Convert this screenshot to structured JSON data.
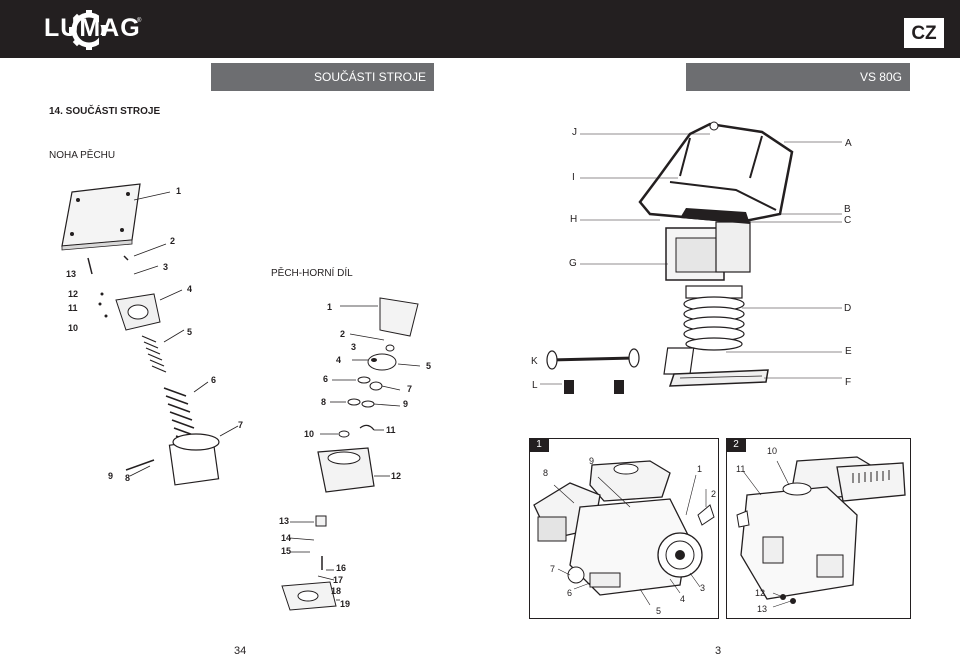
{
  "header": {
    "brand": "LUMAG",
    "reg_mark": "®",
    "lang": "CZ"
  },
  "bars": {
    "left_title": "SOUČÁSTI STROJE",
    "right_title": "VS 80G"
  },
  "left_page": {
    "heading": "14.  SOUČÁSTI STROJE",
    "sub_left": "NOHA PĚCHU",
    "sub_mid": "PĚCH-HORNÍ DÍL",
    "callouts_foot": [
      "1",
      "2",
      "3",
      "13",
      "12",
      "11",
      "10",
      "4",
      "5",
      "6",
      "7",
      "9",
      "8"
    ],
    "callouts_upper": [
      "1",
      "2",
      "3",
      "4",
      "5",
      "6",
      "7",
      "8",
      "9",
      "10",
      "11",
      "12",
      "13",
      "14",
      "15",
      "16",
      "17",
      "18",
      "19"
    ],
    "page_number": "34"
  },
  "right_page": {
    "labels_left": [
      "J",
      "I",
      "H",
      "G",
      "K",
      "L"
    ],
    "labels_right": [
      "A",
      "B",
      "C",
      "D",
      "E",
      "F"
    ],
    "inset1": {
      "tag": "1",
      "nums": [
        "9",
        "8",
        "1",
        "2",
        "7",
        "6",
        "5",
        "4",
        "3"
      ]
    },
    "inset2": {
      "tag": "2",
      "nums": [
        "10",
        "11",
        "12",
        "13"
      ]
    },
    "page_number": "3"
  }
}
